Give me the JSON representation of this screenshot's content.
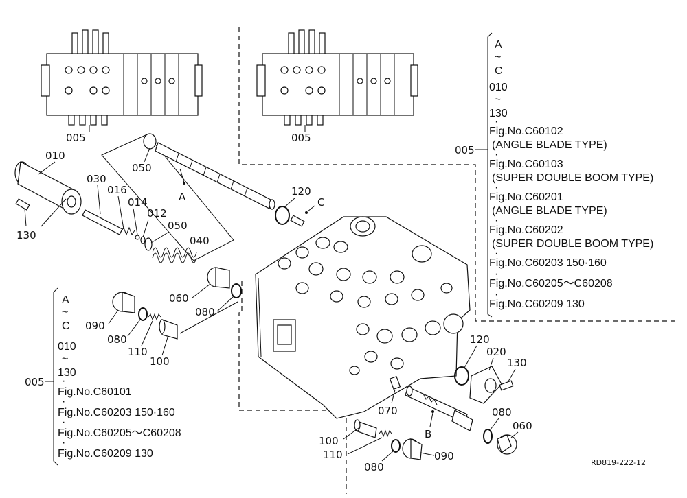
{
  "callouts": [
    {
      "id": "p005_l",
      "text": "005"
    },
    {
      "id": "p005_r",
      "text": "005"
    },
    {
      "id": "p050_a",
      "text": "050"
    },
    {
      "id": "p010",
      "text": "010"
    },
    {
      "id": "p030",
      "text": "030"
    },
    {
      "id": "p016",
      "text": "016"
    },
    {
      "id": "p014",
      "text": "014"
    },
    {
      "id": "p012",
      "text": "012"
    },
    {
      "id": "p050_b",
      "text": "050"
    },
    {
      "id": "p040",
      "text": "040"
    },
    {
      "id": "p130_a",
      "text": "130"
    },
    {
      "id": "p120_a",
      "text": "120"
    },
    {
      "id": "mA",
      "text": "A"
    },
    {
      "id": "mC",
      "text": "C"
    },
    {
      "id": "p060_a",
      "text": "060"
    },
    {
      "id": "p080_a",
      "text": "080"
    },
    {
      "id": "p090_a",
      "text": "090"
    },
    {
      "id": "p080_b",
      "text": "080"
    },
    {
      "id": "p110_a",
      "text": "110"
    },
    {
      "id": "p100_a",
      "text": "100"
    },
    {
      "id": "p120_b",
      "text": "120"
    },
    {
      "id": "p020",
      "text": "020"
    },
    {
      "id": "p130_b",
      "text": "130"
    },
    {
      "id": "p070",
      "text": "070"
    },
    {
      "id": "mB",
      "text": "B"
    },
    {
      "id": "p080_c",
      "text": "080"
    },
    {
      "id": "p060_b",
      "text": "060"
    },
    {
      "id": "p100_b",
      "text": "100"
    },
    {
      "id": "p110_b",
      "text": "110"
    },
    {
      "id": "p090_b",
      "text": "090"
    },
    {
      "id": "p080_d",
      "text": "080"
    }
  ],
  "right_block": {
    "ref": "005",
    "lines": [
      "A",
      "~",
      "C",
      "010",
      "~",
      "130",
      "·",
      "Fig.No.C60102",
      "(ANGLE BLADE TYPE)",
      "·",
      "Fig.No.C60103",
      "(SUPER DOUBLE BOOM TYPE)",
      "·",
      "Fig.No.C60201",
      "(ANGLE BLADE TYPE)",
      "·",
      "Fig.No.C60202",
      "(SUPER DOUBLE BOOM TYPE)",
      "·",
      "Fig.No.C60203  150·160",
      "·",
      "Fig.No.C60205～C60208",
      "·",
      "Fig.No.C60209  130"
    ]
  },
  "left_block": {
    "ref": "005",
    "lines": [
      "A",
      "~",
      "C",
      "010",
      "~",
      "130",
      "·",
      "Fig.No.C60101",
      "·",
      "Fig.No.C60203  150·160",
      "·",
      "Fig.No.C60205～C60208",
      "·",
      "Fig.No.C60209  130"
    ]
  },
  "drawing_code": "RD819-222-12"
}
